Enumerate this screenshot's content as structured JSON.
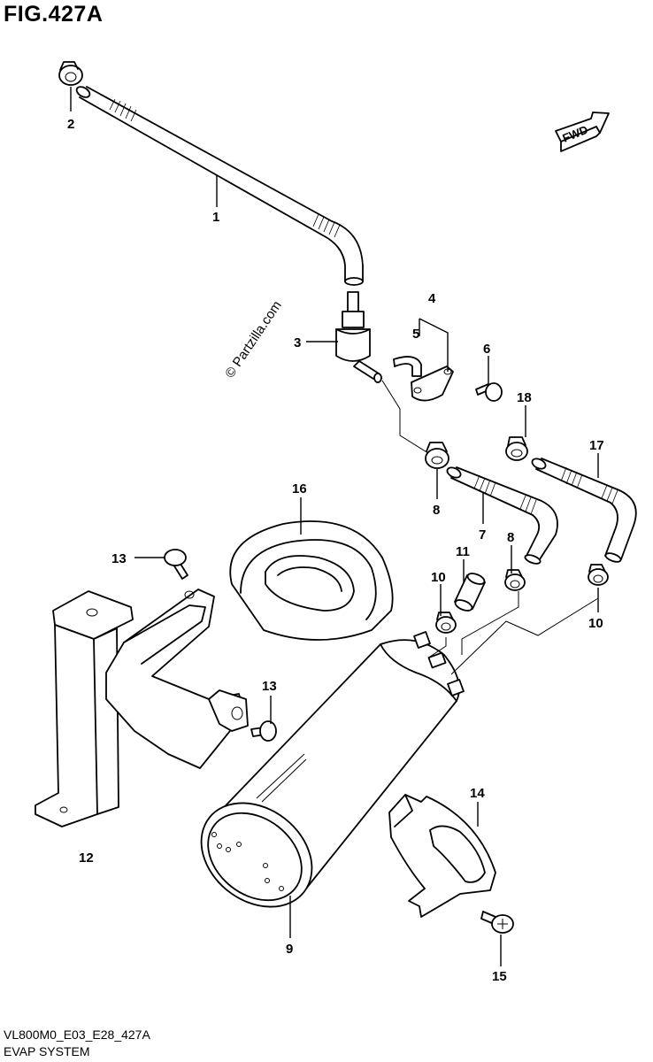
{
  "header": {
    "figure_title": "FIG.427A"
  },
  "footer": {
    "code": "VL800M0_E03_E28_427A",
    "title": "EVAP SYSTEM"
  },
  "watermark": "© Partzilla.com",
  "direction_badge": {
    "label": "FWD"
  },
  "callouts": [
    {
      "id": "c1",
      "label": "1"
    },
    {
      "id": "c2",
      "label": "2"
    },
    {
      "id": "c3",
      "label": "3"
    },
    {
      "id": "c4",
      "label": "4"
    },
    {
      "id": "c5",
      "label": "5"
    },
    {
      "id": "c6",
      "label": "6"
    },
    {
      "id": "c7",
      "label": "7"
    },
    {
      "id": "c8a",
      "label": "8"
    },
    {
      "id": "c8b",
      "label": "8"
    },
    {
      "id": "c9",
      "label": "9"
    },
    {
      "id": "c10a",
      "label": "10"
    },
    {
      "id": "c10b",
      "label": "10"
    },
    {
      "id": "c11",
      "label": "11"
    },
    {
      "id": "c12",
      "label": "12"
    },
    {
      "id": "c13a",
      "label": "13"
    },
    {
      "id": "c13b",
      "label": "13"
    },
    {
      "id": "c14",
      "label": "14"
    },
    {
      "id": "c15",
      "label": "15"
    },
    {
      "id": "c16",
      "label": "16"
    },
    {
      "id": "c17",
      "label": "17"
    },
    {
      "id": "c18",
      "label": "18"
    }
  ]
}
